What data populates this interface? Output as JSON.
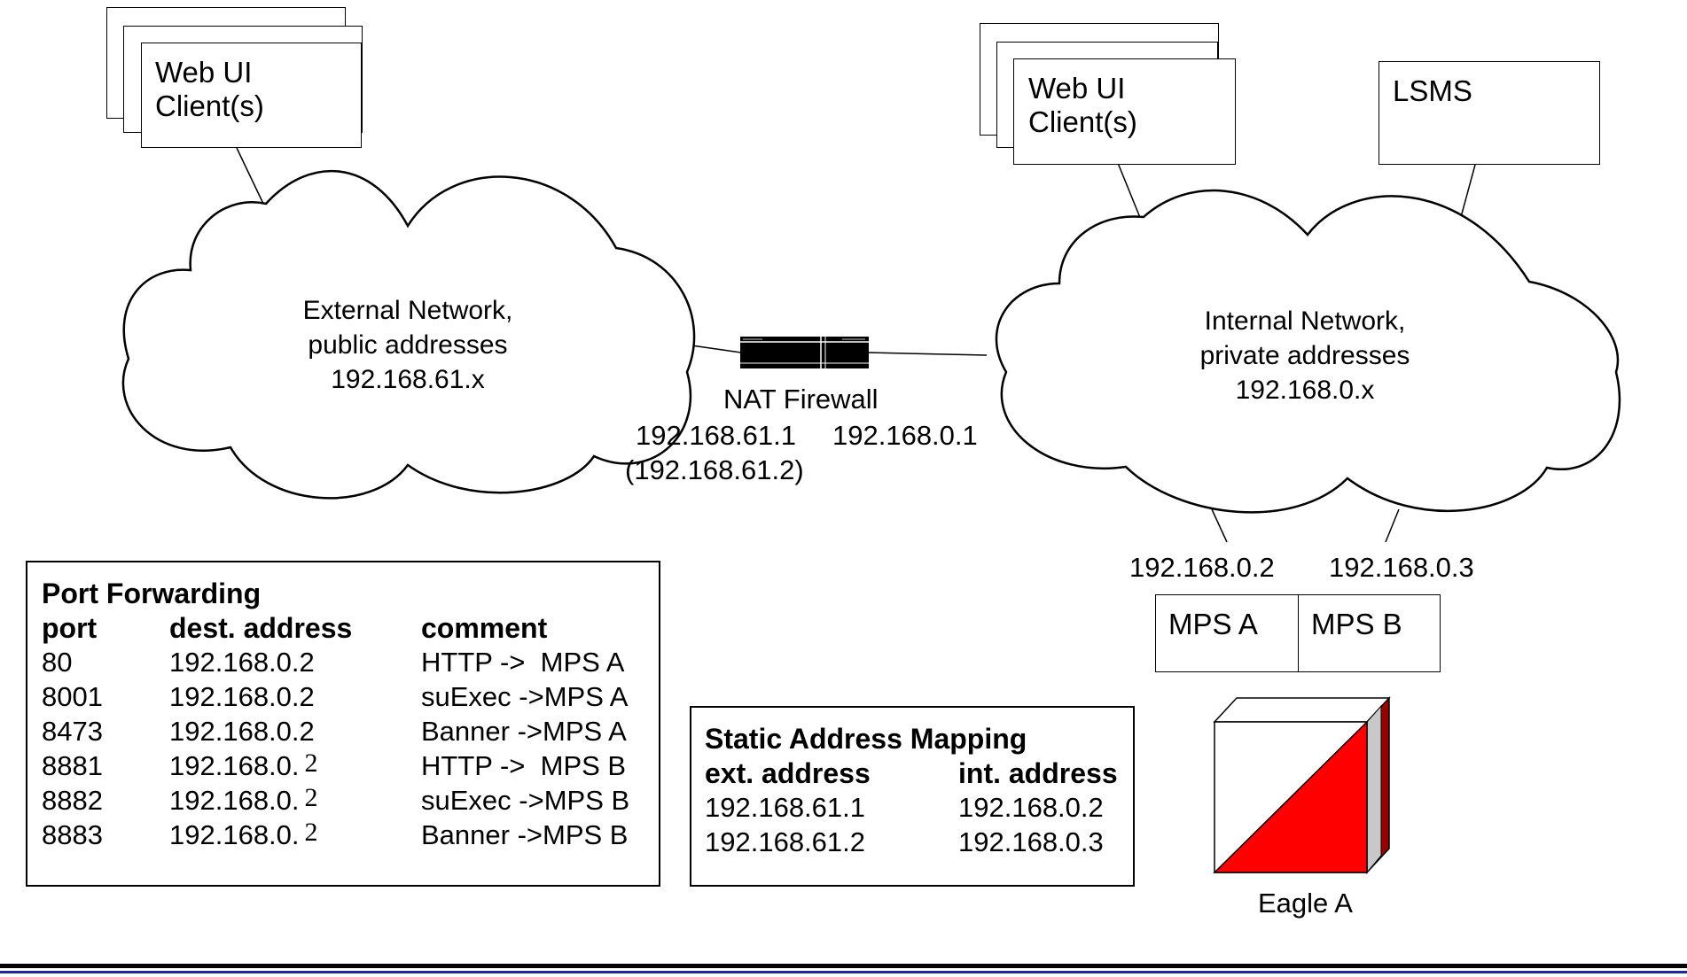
{
  "colors": {
    "cube_front": "#ff0000",
    "cube_side_dark": "#990000",
    "cube_side_light": "#c8c8c8",
    "footer_rule": "#1a2a9a",
    "firewall_body": "#000000"
  },
  "external_client": {
    "label": "Web UI\nClient(s)"
  },
  "internal_client": {
    "label": "Web UI\nClient(s)"
  },
  "lsms": {
    "label": "LSMS"
  },
  "external_network": {
    "line1": "External Network,",
    "line2": "public addresses",
    "line3": "192.168.61.x"
  },
  "internal_network": {
    "line1": "Internal Network,",
    "line2": "private addresses",
    "line3": "192.168.0.x"
  },
  "firewall": {
    "label": "NAT Firewall",
    "ext_ip": "192.168.61.1",
    "ext_ip_alt": "(192.168.61.2)",
    "int_ip": "192.168.0.1"
  },
  "mps": {
    "a_ip": "192.168.0.2",
    "b_ip": "192.168.0.3",
    "a_label": "MPS A",
    "b_label": "MPS B"
  },
  "eagle": {
    "label": "Eagle A"
  },
  "port_forwarding": {
    "title": "Port Forwarding",
    "headers": [
      "port",
      "dest. address",
      "comment"
    ],
    "rows": [
      {
        "port": "80",
        "dest": "192.168.0.2",
        "dest_suffix": "",
        "comment": "HTTP ->  MPS A"
      },
      {
        "port": "8001",
        "dest": "192.168.0.2",
        "dest_suffix": "",
        "comment": "suExec ->MPS A"
      },
      {
        "port": "8473",
        "dest": "192.168.0.2",
        "dest_suffix": "",
        "comment": "Banner ->MPS A"
      },
      {
        "port": "8881",
        "dest": "192.168.0.",
        "dest_suffix": "2",
        "comment": "HTTP ->  MPS B"
      },
      {
        "port": "8882",
        "dest": "192.168.0.",
        "dest_suffix": "2",
        "comment": "suExec ->MPS B"
      },
      {
        "port": "8883",
        "dest": "192.168.0.",
        "dest_suffix": "2",
        "comment": "Banner ->MPS B"
      }
    ]
  },
  "static_mapping": {
    "title": "Static Address Mapping",
    "headers": [
      "ext. address",
      "int. address"
    ],
    "rows": [
      {
        "ext": "192.168.61.1",
        "int": "192.168.0.2"
      },
      {
        "ext": "192.168.61.2",
        "int": "192.168.0.3"
      }
    ]
  }
}
